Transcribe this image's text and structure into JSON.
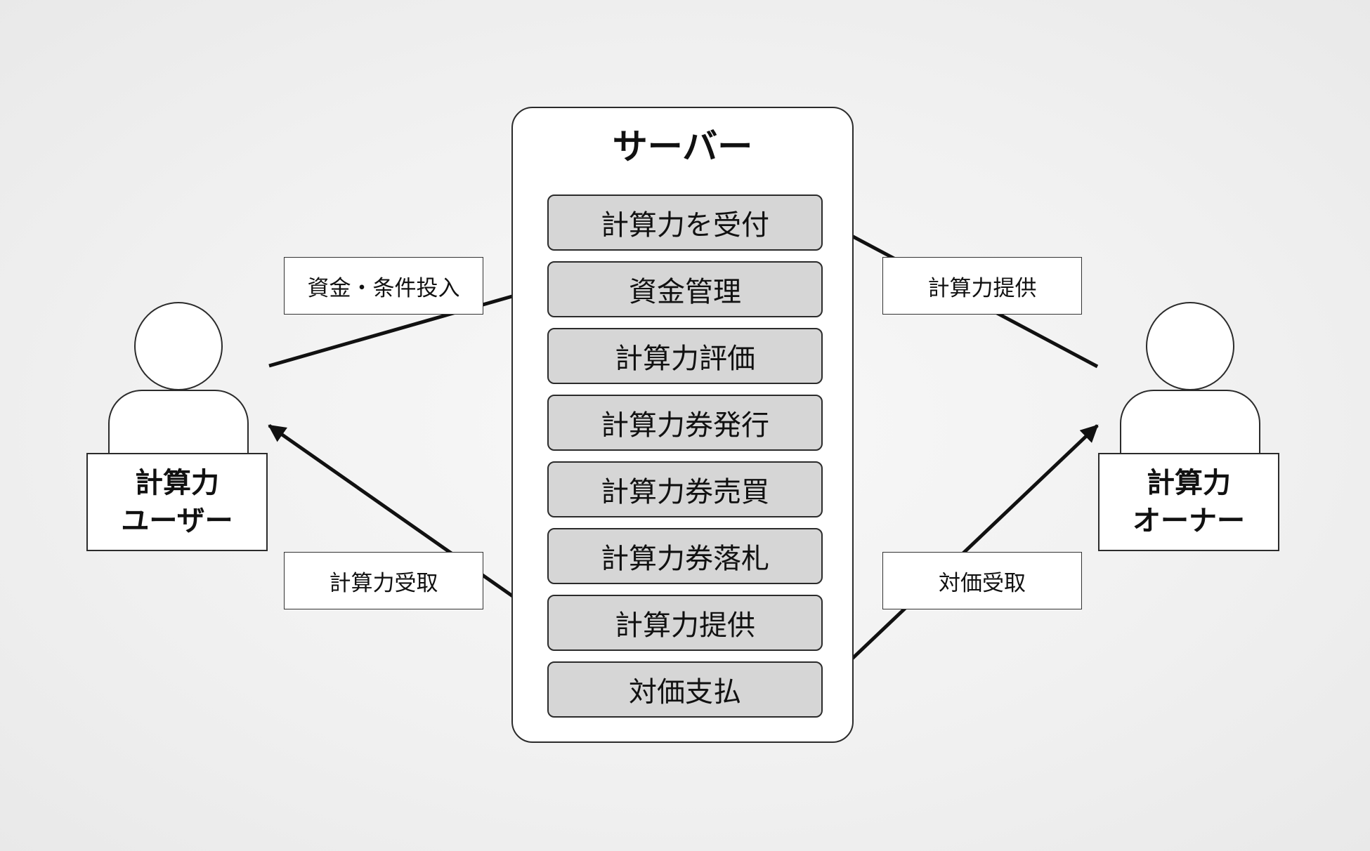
{
  "server": {
    "title": "サーバー",
    "functions": [
      "計算力を受付",
      "資金管理",
      "計算力評価",
      "計算力券発行",
      "計算力券売買",
      "計算力券落札",
      "計算力提供",
      "対価支払"
    ]
  },
  "user": {
    "line1": "計算力",
    "line2": "ユーザー"
  },
  "owner": {
    "line1": "計算力",
    "line2": "オーナー"
  },
  "flows": {
    "user_to_server": "資金・条件投入",
    "server_to_user": "計算力受取",
    "owner_to_server": "計算力提供",
    "server_to_owner": "対価受取"
  },
  "colors": {
    "function_fill": "#d6d6d6",
    "outline": "#2b2b2b",
    "arrow": "#111111"
  }
}
